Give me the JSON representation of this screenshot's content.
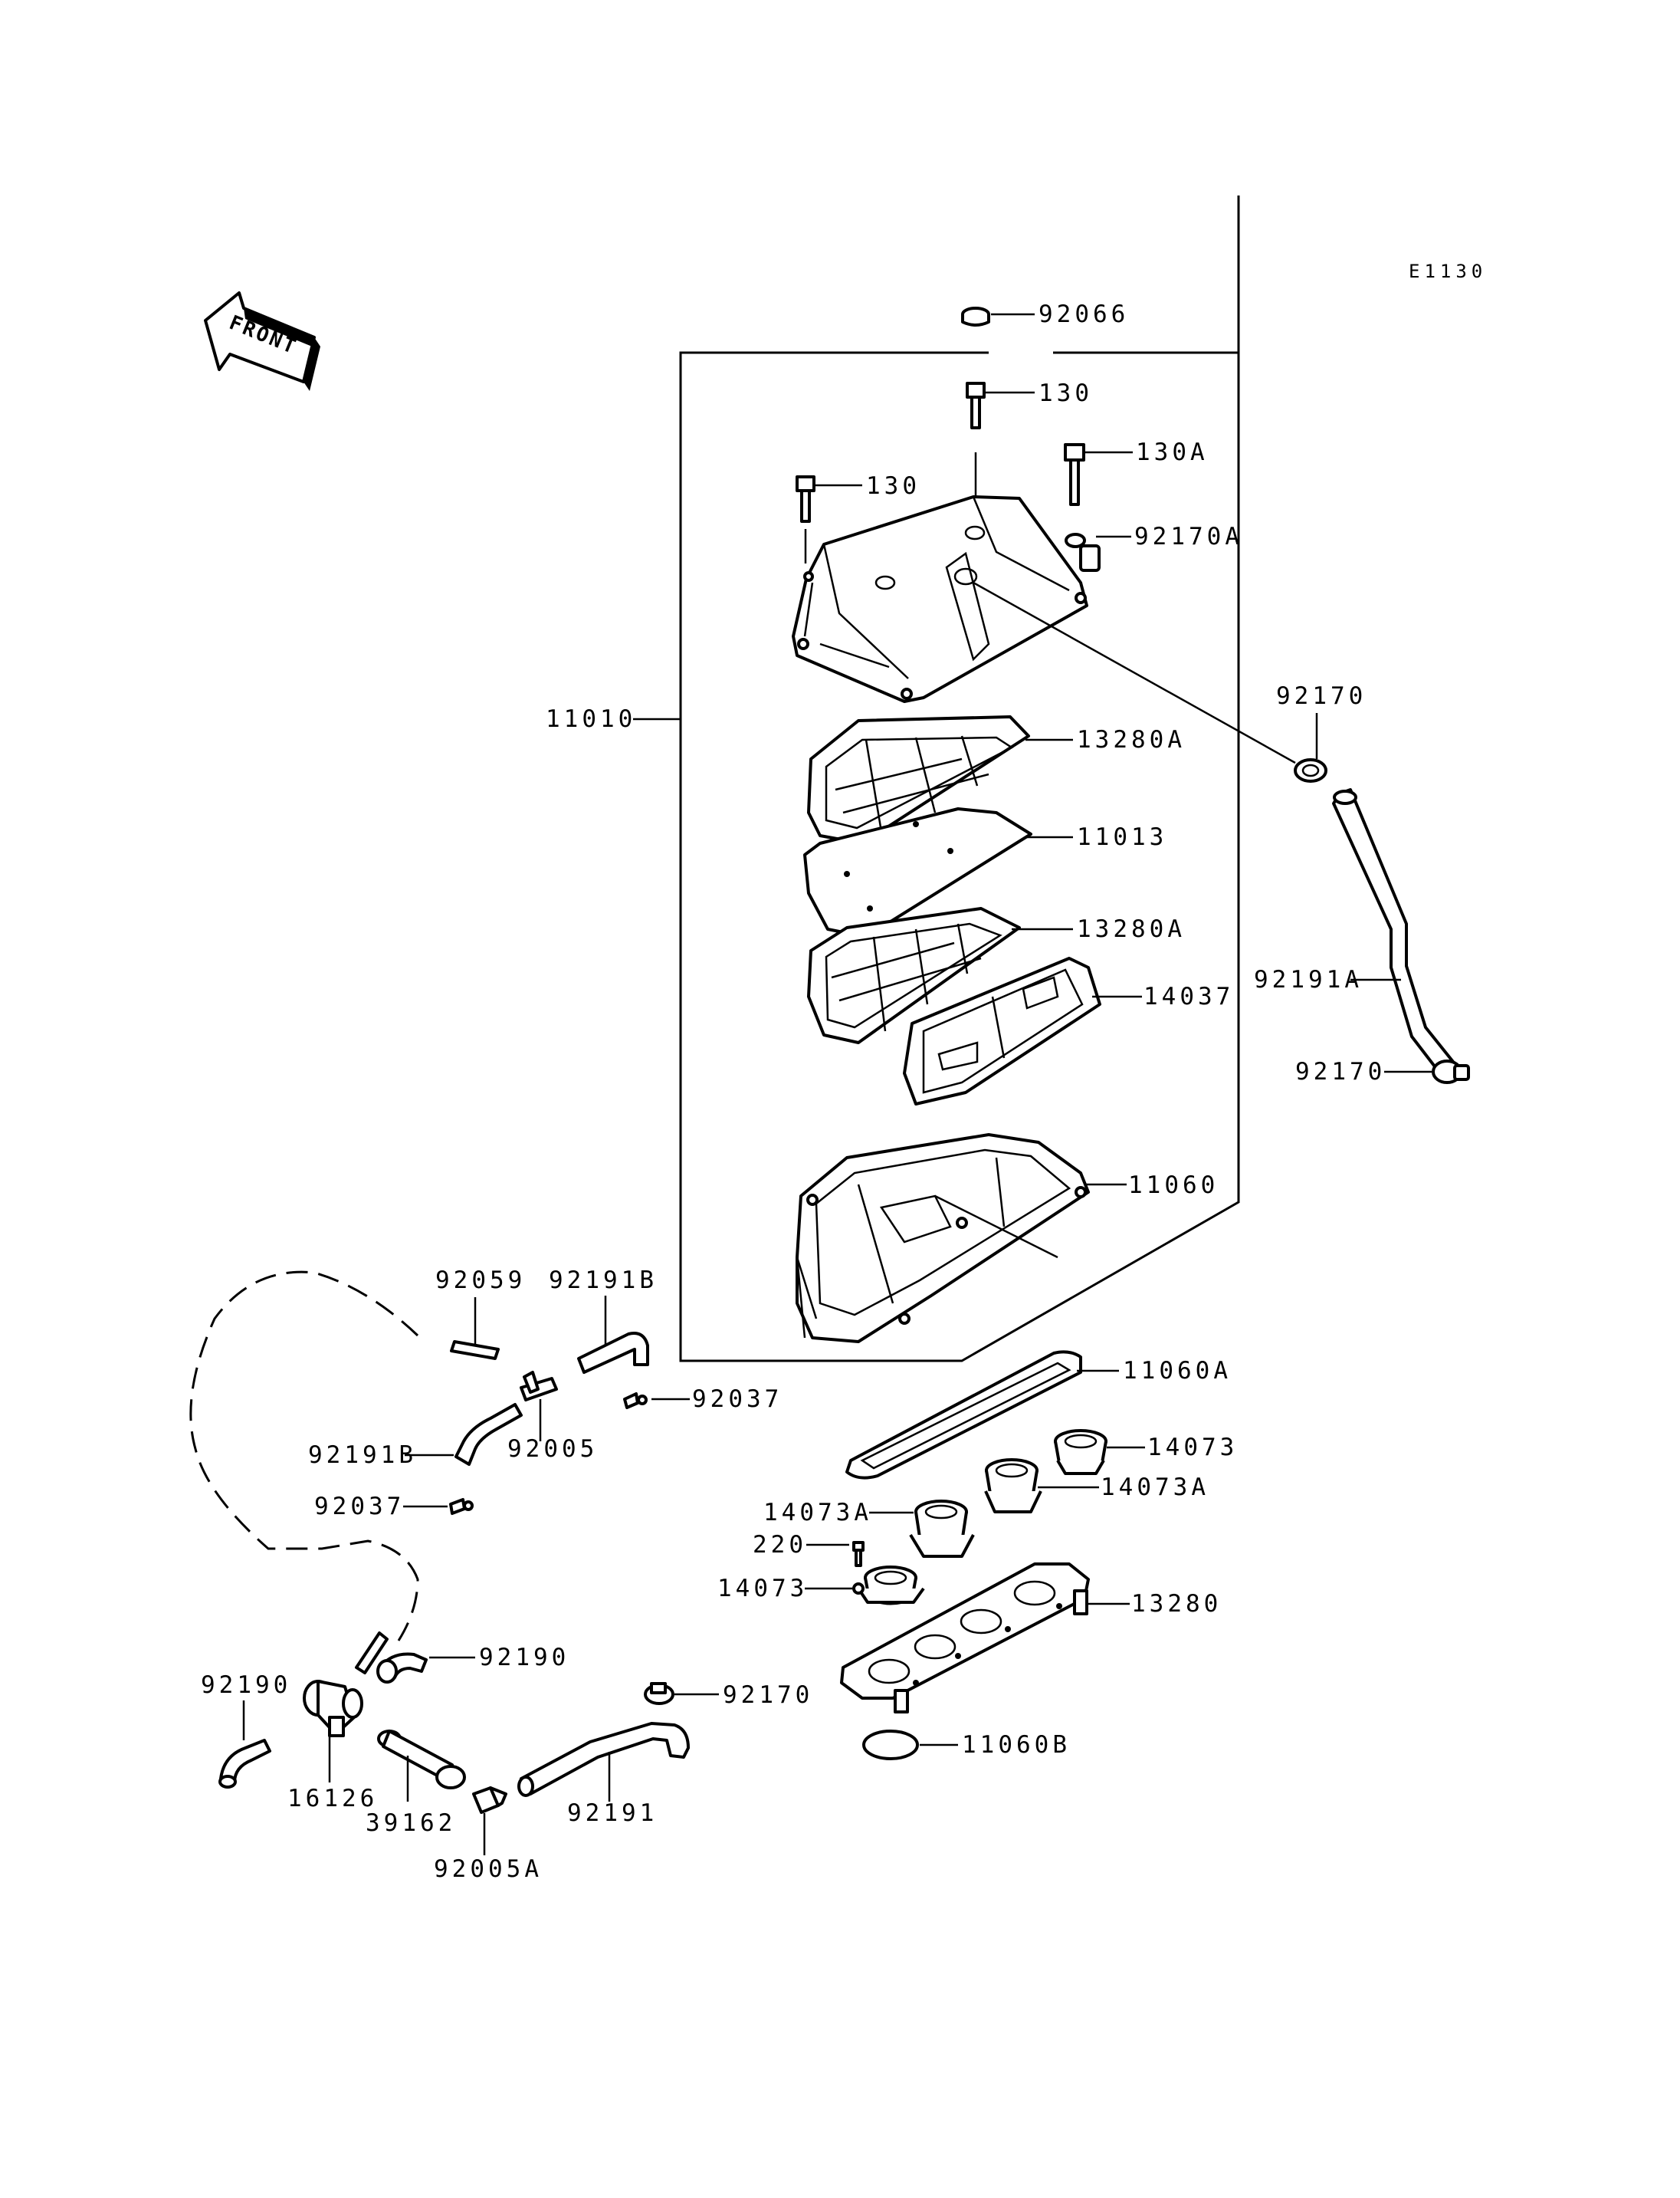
{
  "diagram_code": "E1130",
  "front_label": "FRONT",
  "labels": {
    "p92066": "92066",
    "p130_top": "130",
    "p130_left": "130",
    "p130A": "130A",
    "p92170A": "92170A",
    "p11010": "11010",
    "p92170_upper": "92170",
    "p13280A_upper": "13280A",
    "p11013": "11013",
    "p13280A_lower": "13280A",
    "p14037": "14037",
    "p92191A": "92191A",
    "p92170_right": "92170",
    "p11060": "11060",
    "p92059": "92059",
    "p92191B_top": "92191B",
    "p92037_right": "92037",
    "p11060A": "11060A",
    "p92191B_left": "92191B",
    "p92005": "92005",
    "p14073_upper": "14073",
    "p14073A_right": "14073A",
    "p92037_left": "92037",
    "p14073A_left": "14073A",
    "p220": "220",
    "p14073_lower": "14073",
    "p13280": "13280",
    "p92190_mid": "92190",
    "p92170_lower": "92170",
    "p92190_left": "92190",
    "p11060B": "11060B",
    "p16126": "16126",
    "p92191": "92191",
    "p39162": "39162",
    "p92005A": "92005A"
  }
}
